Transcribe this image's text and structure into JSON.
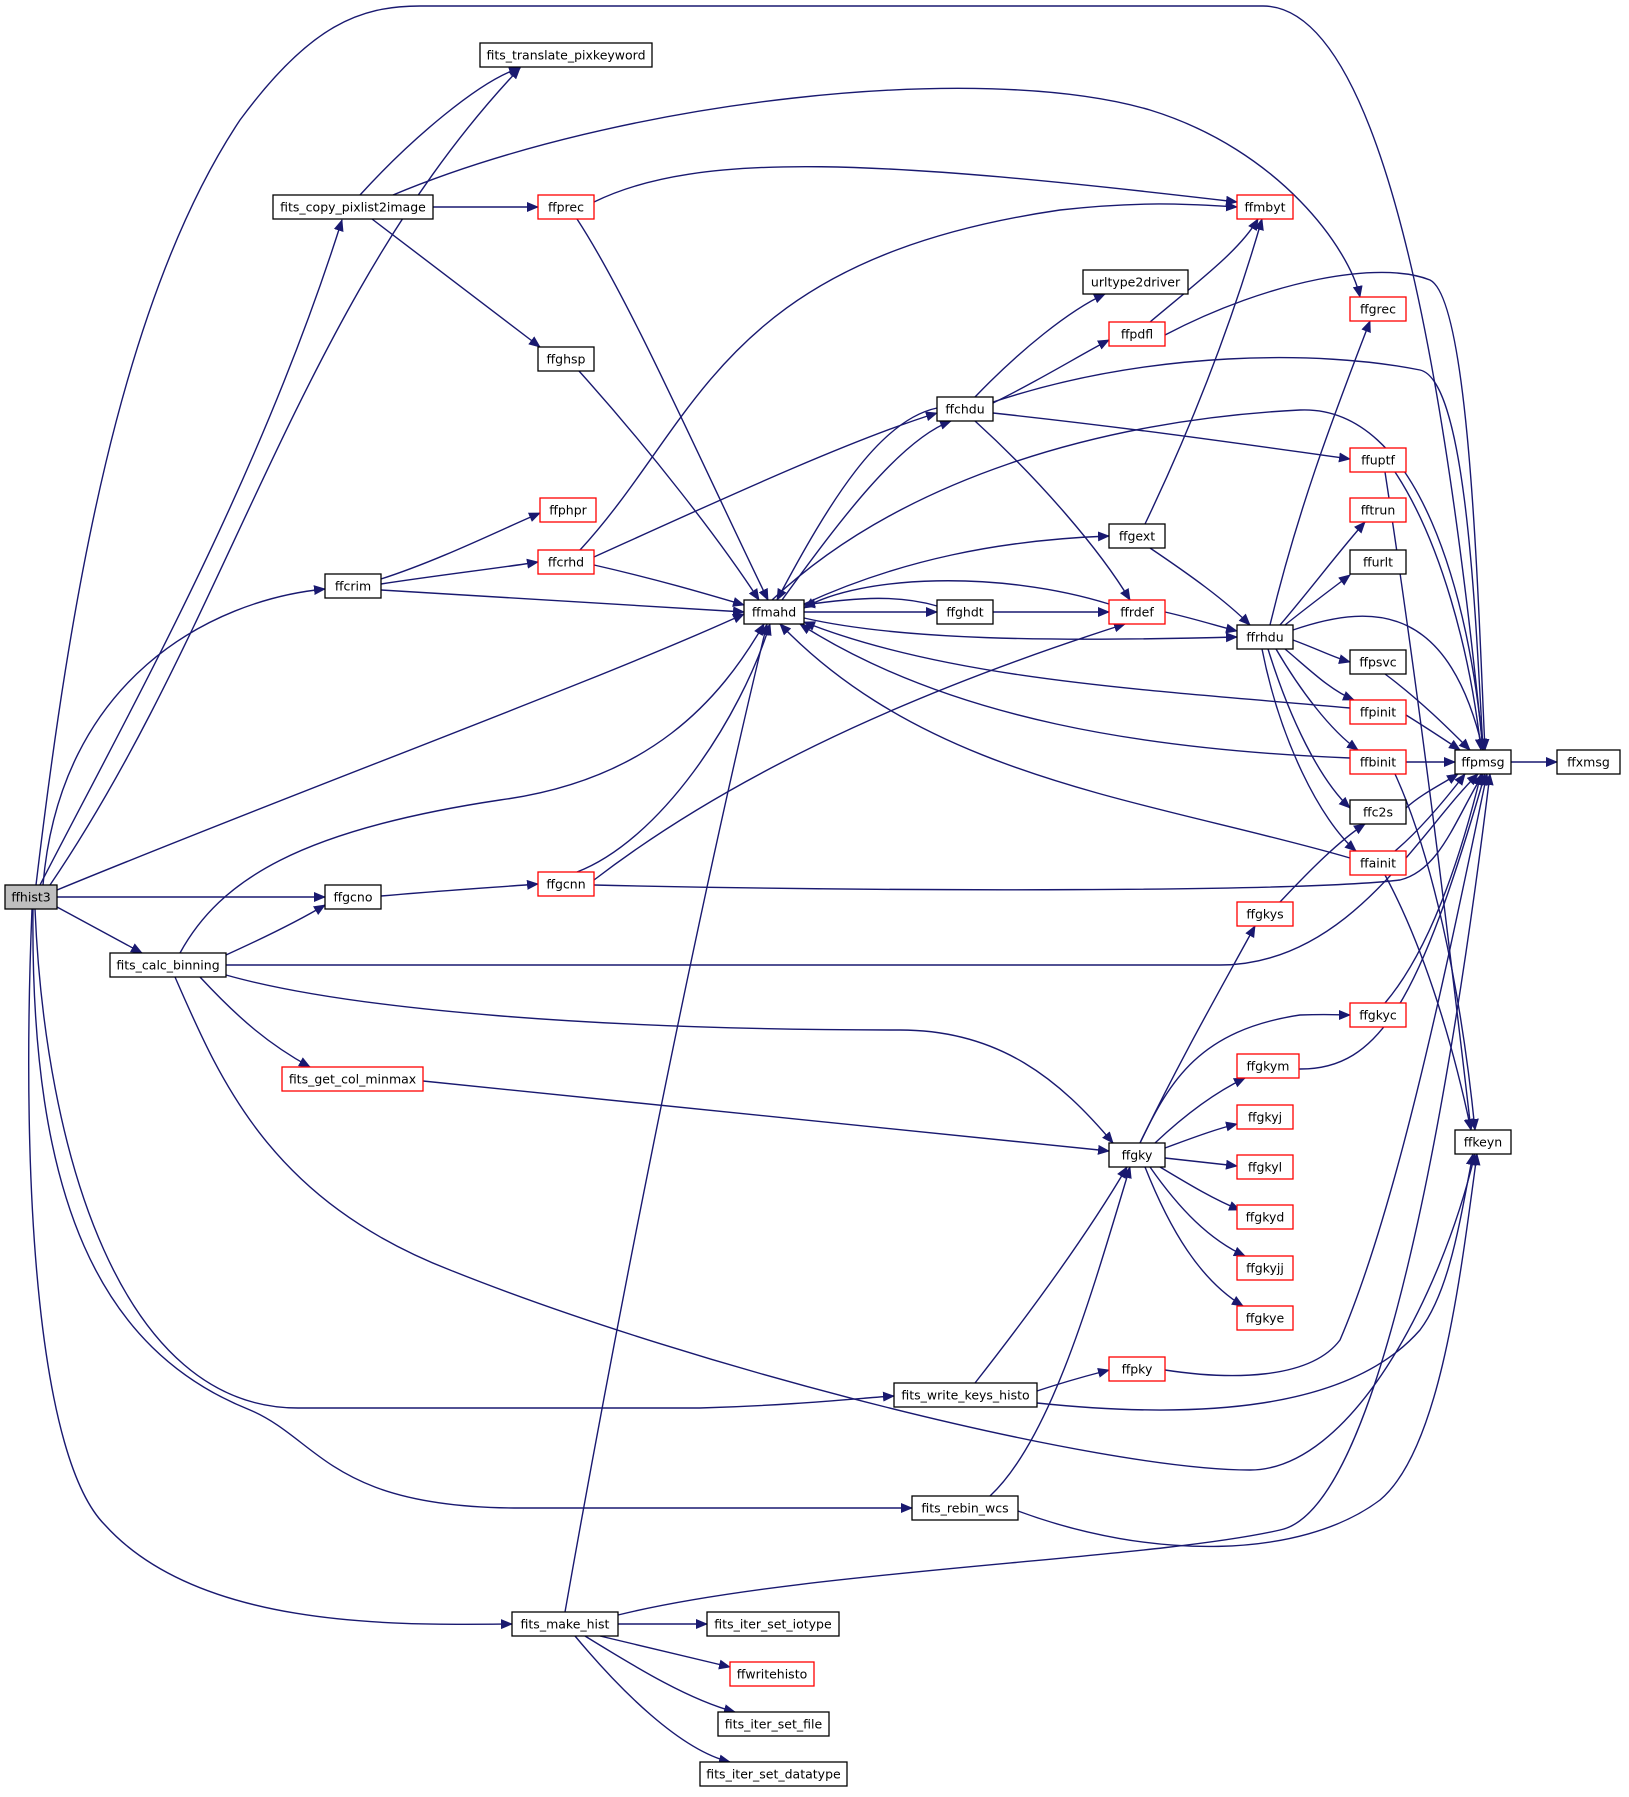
{
  "nodes": [
    {
      "id": "ffhist3",
      "label": "ffhist3",
      "style": "root"
    },
    {
      "id": "fits_translate_pixkeyword",
      "label": "fits_translate_pixkeyword",
      "style": "black"
    },
    {
      "id": "fits_copy_pixlist2image",
      "label": "fits_copy_pixlist2image",
      "style": "black"
    },
    {
      "id": "ffprec",
      "label": "ffprec",
      "style": "red"
    },
    {
      "id": "ffmbyt",
      "label": "ffmbyt",
      "style": "red"
    },
    {
      "id": "urltype2driver",
      "label": "urltype2driver",
      "style": "black"
    },
    {
      "id": "ffgrec",
      "label": "ffgrec",
      "style": "red"
    },
    {
      "id": "ffpdfl",
      "label": "ffpdfl",
      "style": "red"
    },
    {
      "id": "ffghsp",
      "label": "ffghsp",
      "style": "black"
    },
    {
      "id": "ffchdu",
      "label": "ffchdu",
      "style": "black"
    },
    {
      "id": "ffuptf",
      "label": "ffuptf",
      "style": "red"
    },
    {
      "id": "ffphpr",
      "label": "ffphpr",
      "style": "red"
    },
    {
      "id": "fftrun",
      "label": "fftrun",
      "style": "red"
    },
    {
      "id": "ffcrhd",
      "label": "ffcrhd",
      "style": "red"
    },
    {
      "id": "ffgext",
      "label": "ffgext",
      "style": "black"
    },
    {
      "id": "ffurlt",
      "label": "ffurlt",
      "style": "black"
    },
    {
      "id": "ffcrim",
      "label": "ffcrim",
      "style": "black"
    },
    {
      "id": "ffmahd",
      "label": "ffmahd",
      "style": "black"
    },
    {
      "id": "ffghdt",
      "label": "ffghdt",
      "style": "black"
    },
    {
      "id": "ffrdef",
      "label": "ffrdef",
      "style": "red"
    },
    {
      "id": "ffrhdu",
      "label": "ffrhdu",
      "style": "black"
    },
    {
      "id": "ffpsvc",
      "label": "ffpsvc",
      "style": "black"
    },
    {
      "id": "ffpinit",
      "label": "ffpinit",
      "style": "red"
    },
    {
      "id": "ffbinit",
      "label": "ffbinit",
      "style": "red"
    },
    {
      "id": "ffpmsg",
      "label": "ffpmsg",
      "style": "black"
    },
    {
      "id": "ffxmsg",
      "label": "ffxmsg",
      "style": "black"
    },
    {
      "id": "ffc2s",
      "label": "ffc2s",
      "style": "black"
    },
    {
      "id": "ffainit",
      "label": "ffainit",
      "style": "red"
    },
    {
      "id": "ffgcno",
      "label": "ffgcno",
      "style": "black"
    },
    {
      "id": "ffgcnn",
      "label": "ffgcnn",
      "style": "red"
    },
    {
      "id": "ffgkys",
      "label": "ffgkys",
      "style": "red"
    },
    {
      "id": "fits_calc_binning",
      "label": "fits_calc_binning",
      "style": "black"
    },
    {
      "id": "ffgkyc",
      "label": "ffgkyc",
      "style": "red"
    },
    {
      "id": "ffgkym",
      "label": "ffgkym",
      "style": "red"
    },
    {
      "id": "fits_get_col_minmax",
      "label": "fits_get_col_minmax",
      "style": "red"
    },
    {
      "id": "ffgkyj",
      "label": "ffgkyj",
      "style": "red"
    },
    {
      "id": "ffkeyn",
      "label": "ffkeyn",
      "style": "black"
    },
    {
      "id": "ffgky",
      "label": "ffgky",
      "style": "black"
    },
    {
      "id": "ffgkyl",
      "label": "ffgkyl",
      "style": "red"
    },
    {
      "id": "ffgkyd",
      "label": "ffgkyd",
      "style": "red"
    },
    {
      "id": "ffgkyjj",
      "label": "ffgkyjj",
      "style": "red"
    },
    {
      "id": "ffgkye",
      "label": "ffgkye",
      "style": "red"
    },
    {
      "id": "ffpky",
      "label": "ffpky",
      "style": "red"
    },
    {
      "id": "fits_write_keys_histo",
      "label": "fits_write_keys_histo",
      "style": "black"
    },
    {
      "id": "fits_rebin_wcs",
      "label": "fits_rebin_wcs",
      "style": "black"
    },
    {
      "id": "fits_make_hist",
      "label": "fits_make_hist",
      "style": "black"
    },
    {
      "id": "fits_iter_set_iotype",
      "label": "fits_iter_set_iotype",
      "style": "black"
    },
    {
      "id": "ffwritehisto",
      "label": "ffwritehisto",
      "style": "red"
    },
    {
      "id": "fits_iter_set_file",
      "label": "fits_iter_set_file",
      "style": "black"
    },
    {
      "id": "fits_iter_set_datatype",
      "label": "fits_iter_set_datatype",
      "style": "black"
    }
  ]
}
